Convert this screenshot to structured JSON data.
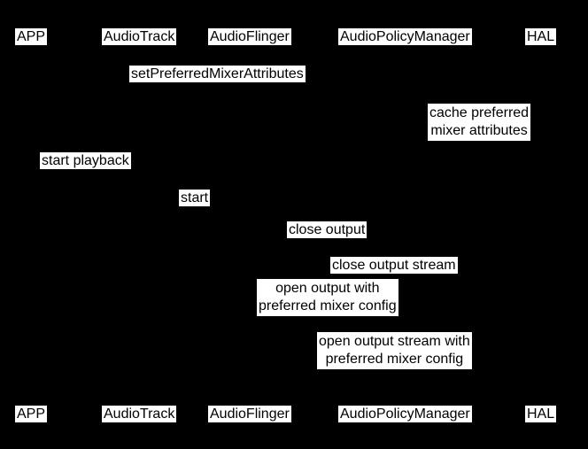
{
  "diagram_type": "sequence-diagram",
  "colors": {
    "background": "#000000",
    "label_background": "#ffffff",
    "label_text": "#000000"
  },
  "participants": [
    "APP",
    "AudioTrack",
    "AudioFlinger",
    "AudioPolicyManager",
    "HAL"
  ],
  "messages": {
    "set_preferred_mixer_attributes": "setPreferredMixerAttributes",
    "cache_preferred": {
      "line1": "cache preferred",
      "line2": "mixer attributes"
    },
    "start_playback": "start playback",
    "start": "start",
    "close_output": "close output",
    "close_output_stream": "close output stream",
    "open_output": {
      "line1": "open output with",
      "line2": "preferred mixer config"
    },
    "open_output_stream": {
      "line1": "open output stream with",
      "line2": "preferred mixer config"
    }
  }
}
